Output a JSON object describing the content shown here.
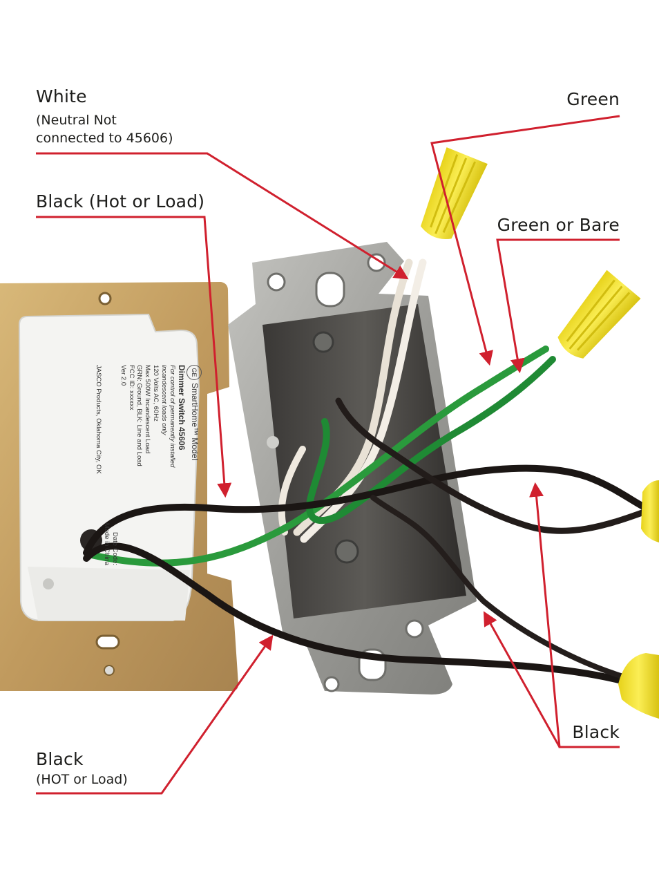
{
  "colors": {
    "leader": "#d0202e",
    "text": "#1d1d1b",
    "wire_white": "#f1ebe2",
    "wire_green": "#2a9a3c",
    "wire_black": "#1b1614",
    "wire_nut": "#f5e22a",
    "box_metal": "#a9a9a6",
    "bracket_brass": "#c6a46a",
    "switch_body": "#f4f4f2"
  },
  "labels": {
    "white_title": "White",
    "white_note_1": "(Neutral Not",
    "white_note_2": "connected to 45606)",
    "black_top": "Black (Hot or Load)",
    "green": "Green",
    "green_or_bare": "Green or Bare",
    "black_bottom_title": "Black",
    "black_bottom_note": "(HOT or Load)",
    "black_right": "Black"
  },
  "switch_module": {
    "brand_logo": "GE",
    "line_1": "SmartHome™  Model",
    "line_2": "Dimmer Switch  45606",
    "line_3": "For control of permanently installed",
    "line_4": "incandescent loads only",
    "line_5": "120 Volts AC, 60Hz",
    "line_6": "Max 500W Incandescent Load",
    "line_7": "GRN: Ground, BLK: Line and Load",
    "line_8": "FCC ID: xxxxxx",
    "line_9": "Ver 2.0",
    "line_10": "Date Code:",
    "line_11": "Made in China",
    "line_12": "JASCO Products, Oklahoma City, OK"
  }
}
